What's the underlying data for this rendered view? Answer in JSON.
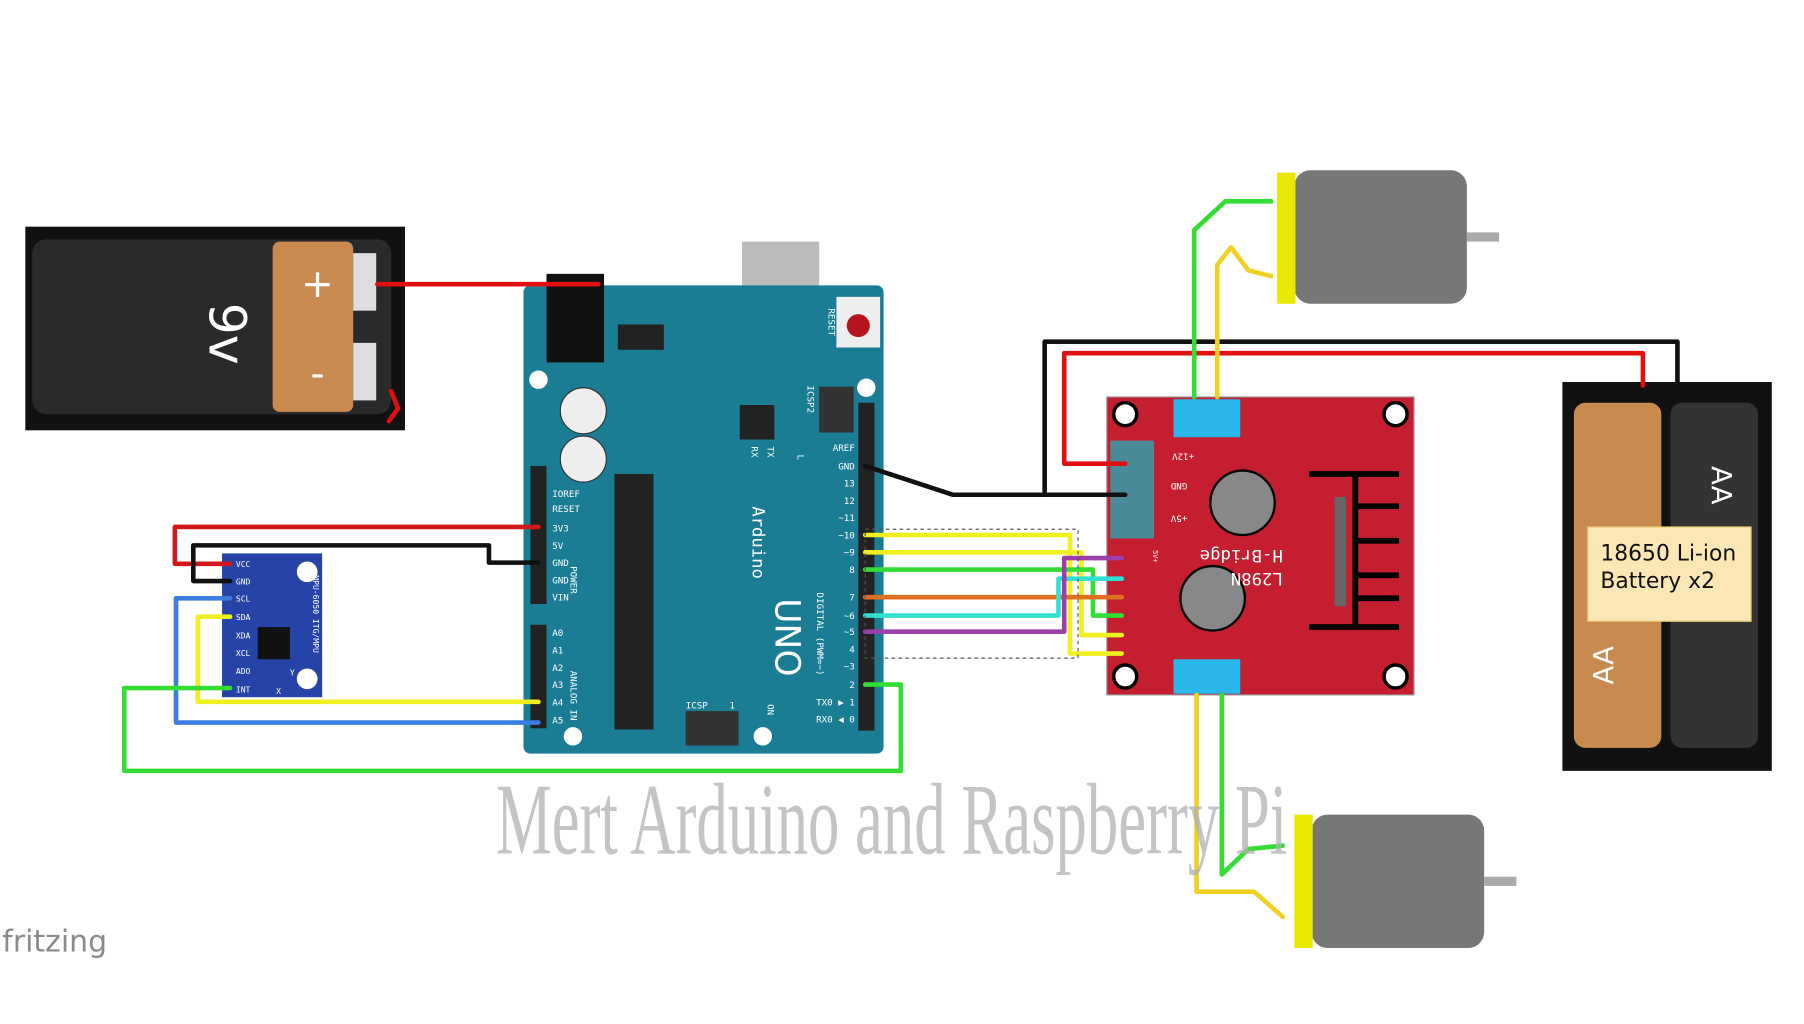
{
  "battery_9v": {
    "voltage": "9v",
    "plus": "+",
    "minus": "-"
  },
  "arduino": {
    "brand": "Arduino",
    "model": "UNO",
    "reset": "RESET",
    "icsp2": "ICSP2",
    "icsp": "ICSP",
    "icsp_pin1": "1",
    "rx": "RX",
    "tx": "TX",
    "l": "L",
    "on": "ON",
    "power_label": "POWER",
    "analog_label": "ANALOG IN",
    "digital_label": "DIGITAL (PWM=~)",
    "power_pins": [
      "IOREF",
      "RESET",
      "3V3",
      "5V",
      "GND",
      "GND",
      "VIN"
    ],
    "analog_pins": [
      "A0",
      "A1",
      "A2",
      "A3",
      "A4",
      "A5"
    ],
    "digital_pins": [
      "AREF",
      "GND",
      "13",
      "12",
      "~11",
      "~10",
      "~9",
      "8",
      "7",
      "~6",
      "~5",
      "4",
      "~3",
      "2",
      "TX0 ▶ 1",
      "RX0 ◀ 0"
    ]
  },
  "mpu6050": {
    "name": "MPU-6050 ITG/MPU",
    "pins": [
      "VCC",
      "GND",
      "SCL",
      "SDA",
      "XDA",
      "XCL",
      "ADO",
      "INT"
    ],
    "axis_x": "X",
    "axis_y": "Y"
  },
  "l298n": {
    "name": "L298N",
    "subtitle": "H-Bridge",
    "power_pins": [
      "+12V",
      "GND",
      "+5V"
    ],
    "logic_5v": "5V+"
  },
  "battery_pack": {
    "label_line1": "18650 Li-ion",
    "label_line2": "Battery x2",
    "cell_label": "AA"
  },
  "watermark": "Mert Arduino and Raspberry Pi",
  "app_logo": "fritzing",
  "colors": {
    "arduino": "#1a7d94",
    "l298n": "#c41e30",
    "mpu": "#2643a8",
    "red_wire": "#e01010",
    "green_wire": "#33dd33",
    "yellow_wire": "#f0f020",
    "blue_wire": "#3b7de0"
  }
}
